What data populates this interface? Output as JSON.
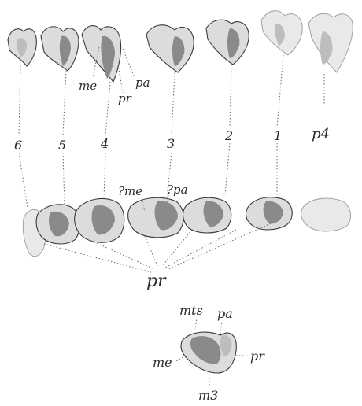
{
  "upper_row": {
    "tooth_numbers": [
      "6",
      "5",
      "4",
      "3",
      "2",
      "1"
    ],
    "premolar": "p4",
    "cusp_labels": {
      "me": "me",
      "pa": "pa",
      "pr": "pr"
    }
  },
  "lower_row": {
    "cusp_labels": {
      "me": "?me",
      "pa": "?pa"
    },
    "shared_label": "pr"
  },
  "single_tooth": {
    "mts": "mts",
    "pa": "pa",
    "me": "me",
    "pr": "pr",
    "name": "m3"
  }
}
